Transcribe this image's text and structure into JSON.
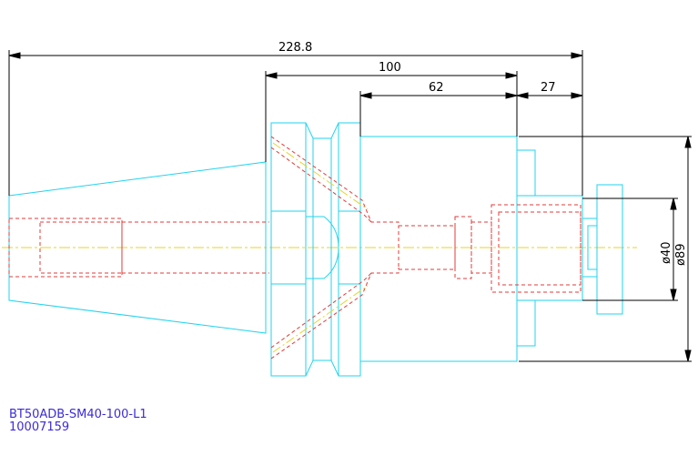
{
  "dimensions": {
    "overall_length": "228.8",
    "length_100": "100",
    "length_62": "62",
    "length_27": "27",
    "dia_40": "ø40",
    "dia_89": "ø89"
  },
  "part": {
    "name": "BT50ADB-SM40-100-L1",
    "number": "10007159"
  },
  "colors": {
    "outline": "#22d3ee",
    "hidden": "#e23b3b",
    "centerline": "#e6d52a",
    "dimension": "#000000",
    "label": "#3b2bd8"
  }
}
